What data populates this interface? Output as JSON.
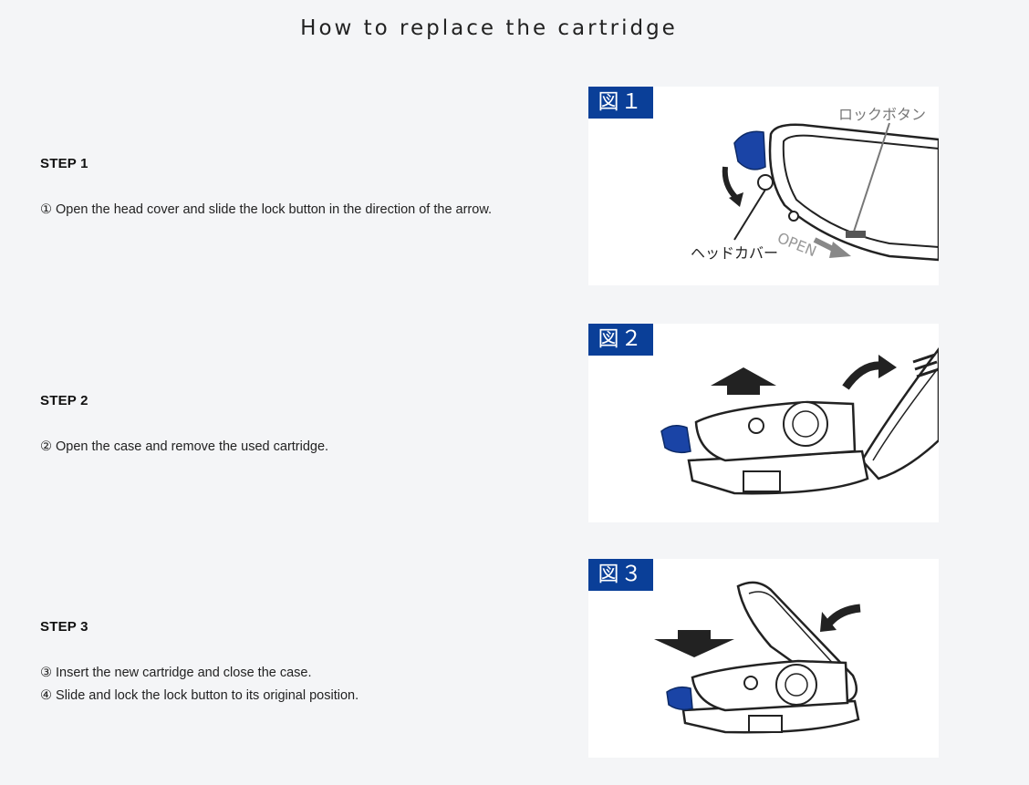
{
  "page": {
    "title": "How to replace the cartridge"
  },
  "steps": [
    {
      "title": "STEP 1",
      "lines": [
        "① Open the head cover and slide the lock button in the direction of the arrow."
      ]
    },
    {
      "title": "STEP 2",
      "lines": [
        "② Open the case and remove the used cartridge."
      ]
    },
    {
      "title": "STEP 3",
      "lines": [
        "③ Insert the new cartridge and close the case.",
        "④ Slide and lock the lock button to its original position."
      ]
    }
  ],
  "figures": [
    {
      "badge": "図１",
      "labels": {
        "lock_button": "ロックボタン",
        "head_cover": "ヘッドカバー",
        "open": "OPEN"
      }
    },
    {
      "badge": "図２"
    },
    {
      "badge": "図３"
    }
  ],
  "colors": {
    "badge_bg": "#0a3f98",
    "accent_blue": "#1a44a6",
    "page_bg": "#f4f5f7"
  }
}
